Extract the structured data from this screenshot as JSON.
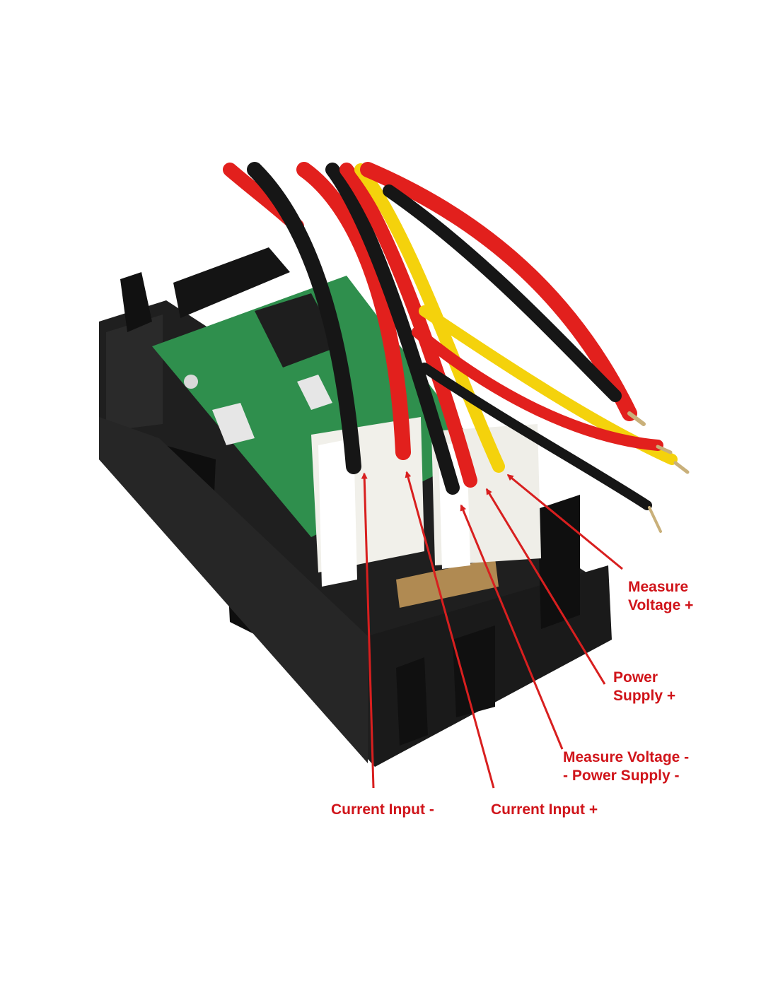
{
  "colors": {
    "label": "#d0141a",
    "arrow": "#d81f1f",
    "wire_red": "#e2201d",
    "wire_black": "#161616",
    "wire_yellow": "#f4d20c",
    "housing": "#1b1b1b",
    "pcb": "#2f8f4d",
    "connector": "#f1f0ea"
  },
  "labels": {
    "measure_voltage_plus": [
      "Measure",
      "Voltage +"
    ],
    "power_supply_plus": [
      "Power",
      "Supply +"
    ],
    "measure_voltage_minus_power_supply_minus": [
      "Measure Voltage -",
      "- Power Supply -"
    ],
    "current_input_minus": "Current Input -",
    "current_input_plus": "Current Input +"
  }
}
